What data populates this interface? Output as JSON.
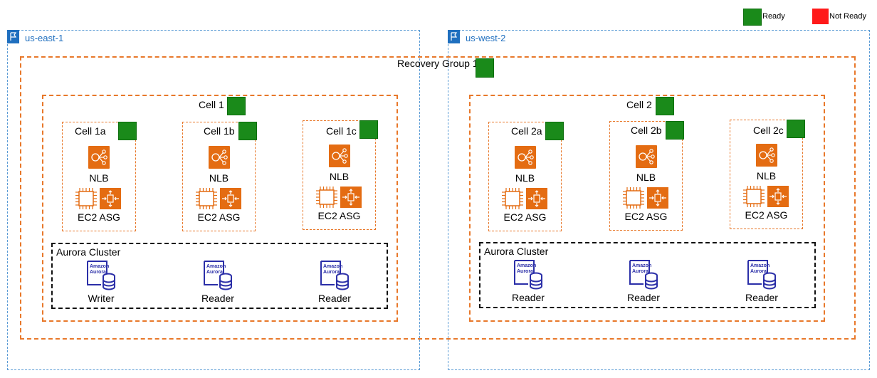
{
  "legend": {
    "ready": "Ready",
    "not_ready": "Not Ready",
    "ready_color": "#1a8a1a",
    "not_ready_color": "#ff1a1a"
  },
  "regions": [
    {
      "name": "us-east-1"
    },
    {
      "name": "us-west-2"
    }
  ],
  "recovery_group": {
    "label": "Recovery Group 1",
    "status": "ready"
  },
  "cells": [
    {
      "label": "Cell 1",
      "status": "ready",
      "subcells": [
        {
          "label": "Cell 1a",
          "status": "ready",
          "nlb": "NLB",
          "asg": "EC2 ASG"
        },
        {
          "label": "Cell 1b",
          "status": "ready",
          "nlb": "NLB",
          "asg": "EC2 ASG"
        },
        {
          "label": "Cell 1c",
          "status": "ready",
          "nlb": "NLB",
          "asg": "EC2 ASG"
        }
      ],
      "aurora": {
        "title": "Aurora Cluster",
        "nodes": [
          "Writer",
          "Reader",
          "Reader"
        ]
      }
    },
    {
      "label": "Cell 2",
      "status": "ready",
      "subcells": [
        {
          "label": "Cell 2a",
          "status": "ready",
          "nlb": "NLB",
          "asg": "EC2 ASG"
        },
        {
          "label": "Cell 2b",
          "status": "ready",
          "nlb": "NLB",
          "asg": "EC2 ASG"
        },
        {
          "label": "Cell 2c",
          "status": "ready",
          "nlb": "NLB",
          "asg": "EC2 ASG"
        }
      ],
      "aurora": {
        "title": "Aurora Cluster",
        "nodes": [
          "Reader",
          "Reader",
          "Reader"
        ]
      }
    }
  ],
  "icons": {
    "nlb": "nlb-icon",
    "ec2": "ec2-instance-icon",
    "asg": "auto-scaling-icon",
    "aurora": "amazon-aurora-icon"
  },
  "aurora_icon_text": [
    "Amazon",
    "Aurora"
  ]
}
